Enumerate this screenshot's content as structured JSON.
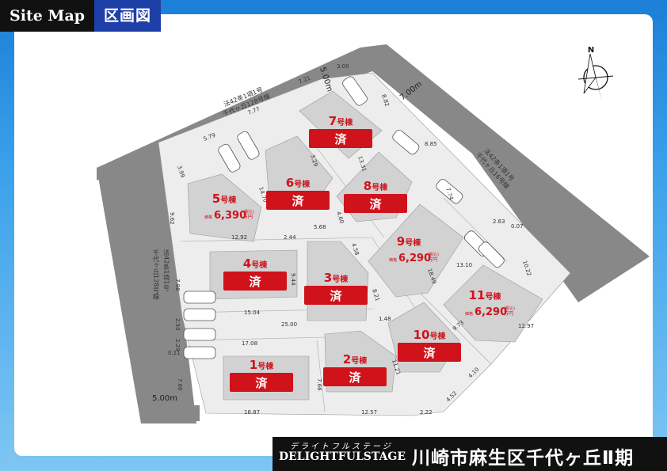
{
  "header": {
    "title_en": "Site Map",
    "title_ja": "区画図"
  },
  "footer": {
    "kana": "デライトフルステージ",
    "brand": "DELIGHTFULSTAGE",
    "title": "川崎市麻生区千代ヶ丘Ⅱ期"
  },
  "compass": {
    "label": "N"
  },
  "roads": {
    "top": "法42条1項1号\n千代ヶ丘128号線",
    "left": "法42条1項1号\n千代ヶ丘128号線",
    "right": "法42条1項1号\n千代ヶ丘16号線"
  },
  "road_widths": [
    "5.00m",
    "7.00m",
    "5.00m"
  ],
  "dimensions": [
    "3.00",
    "7.21",
    "8.82",
    "7.77",
    "5.79",
    "3.99",
    "9.62",
    "12.92",
    "2.44",
    "5.68",
    "14.70",
    "3.29",
    "4.60",
    "4.58",
    "8.85",
    "13.31",
    "7.74",
    "2.63",
    "0.07",
    "13.10",
    "18.49",
    "10.22",
    "8.21",
    "1.48",
    "9.44",
    "7.98",
    "15.04",
    "25.00",
    "2.50",
    "2.29",
    "17.08",
    "0.21",
    "7.66",
    "7.66",
    "11.21",
    "9.73",
    "12.97",
    "4.10",
    "4.52",
    "16.87",
    "12.57",
    "2.22"
  ],
  "lots": [
    {
      "num": "1",
      "suffix": "号棟",
      "status": "済"
    },
    {
      "num": "2",
      "suffix": "号棟",
      "status": "済"
    },
    {
      "num": "3",
      "suffix": "号棟",
      "status": "済"
    },
    {
      "num": "4",
      "suffix": "号棟",
      "status": "済"
    },
    {
      "num": "5",
      "suffix": "号棟",
      "price_label": "価格",
      "price": "6,390",
      "price_unit": "万円",
      "price_tax": "(税込)"
    },
    {
      "num": "6",
      "suffix": "号棟",
      "status": "済"
    },
    {
      "num": "7",
      "suffix": "号棟",
      "status": "済"
    },
    {
      "num": "8",
      "suffix": "号棟",
      "status": "済"
    },
    {
      "num": "9",
      "suffix": "号棟",
      "price_label": "価格",
      "price": "6,290",
      "price_unit": "万円",
      "price_tax": "(税込)"
    },
    {
      "num": "10",
      "suffix": "号棟",
      "status": "済"
    },
    {
      "num": "11",
      "suffix": "号棟",
      "price_label": "価格",
      "price": "6,290",
      "price_unit": "万円",
      "price_tax": "(税込)"
    }
  ],
  "colors": {
    "road": "#888888",
    "lot": "#ededed",
    "building": "#d2d2d2",
    "sold": "#d0121b",
    "label": "#d0121b"
  }
}
